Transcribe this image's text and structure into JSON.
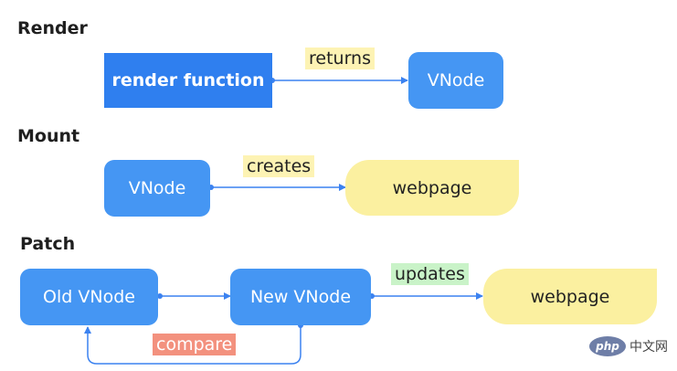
{
  "sections": {
    "render": "Render",
    "mount": "Mount",
    "patch": "Patch"
  },
  "render": {
    "function_label": "render function",
    "edge_label": "returns",
    "vnode_label": "VNode"
  },
  "mount": {
    "vnode_label": "VNode",
    "edge_label": "creates",
    "webpage_label": "webpage"
  },
  "patch": {
    "old_vnode_label": "Old VNode",
    "new_vnode_label": "New VNode",
    "edge_label": "updates",
    "webpage_label": "webpage",
    "compare_label": "compare"
  },
  "watermark": {
    "logo_text": "php",
    "site_text": "中文网"
  },
  "colors": {
    "blue_dark": "#2f7fef",
    "blue": "#4596f3",
    "yellow": "#fbf0a0",
    "green": "#c9f3c8",
    "red": "#f3917e",
    "arrow": "#3b82f0"
  }
}
